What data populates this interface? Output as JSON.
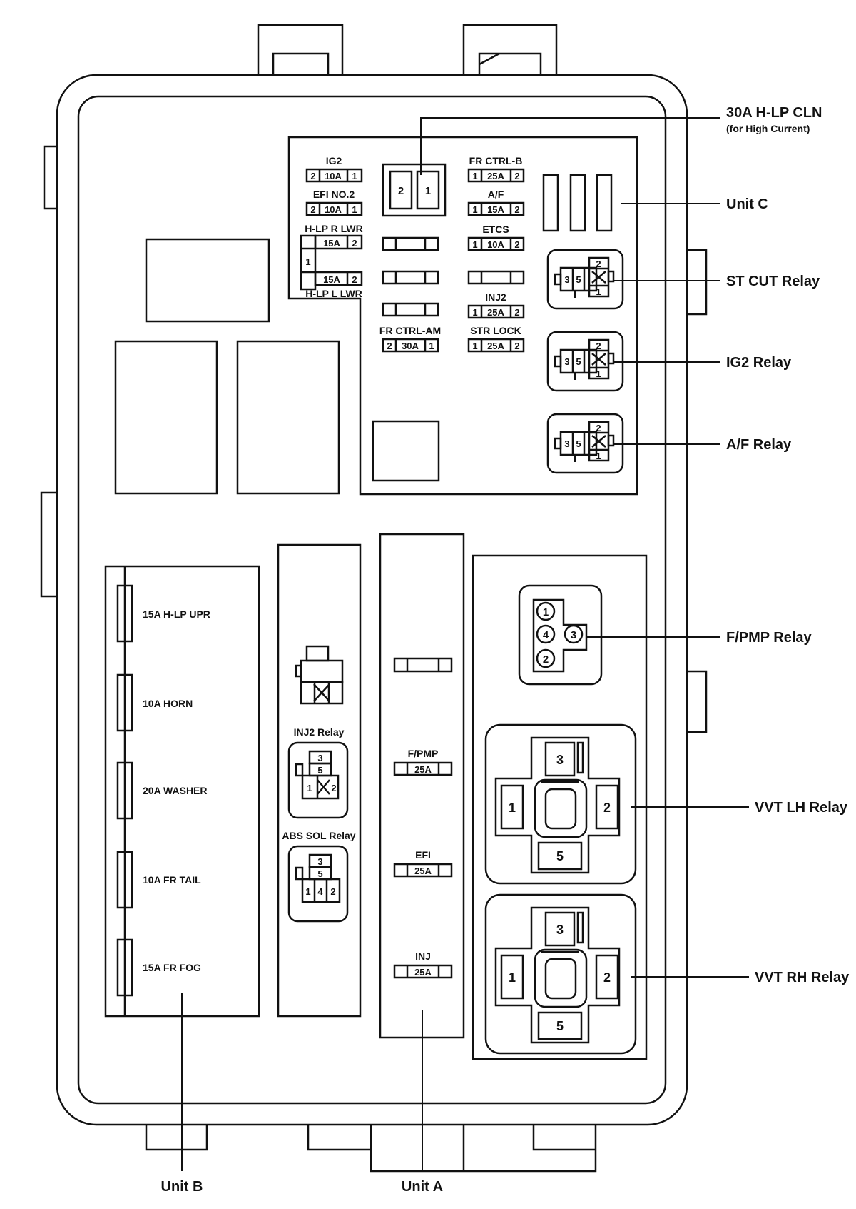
{
  "callouts": {
    "hlp_cln_line1": "30A H-LP CLN",
    "hlp_cln_line2": "(for High Current)",
    "unit_c": "Unit C",
    "st_cut_relay": "ST CUT Relay",
    "ig2_relay": "IG2 Relay",
    "af_relay": "A/F Relay",
    "fpmp_relay": "F/PMP Relay",
    "vvt_lh_relay": "VVT LH Relay",
    "vvt_rh_relay": "VVT RH Relay",
    "unit_b": "Unit B",
    "unit_a": "Unit A"
  },
  "unit_c_fuses": {
    "ig2": {
      "name": "IG2",
      "left_pin": "2",
      "amp": "10A",
      "right_pin": "1"
    },
    "efi_no2": {
      "name": "EFI NO.2",
      "left_pin": "2",
      "amp": "10A",
      "right_pin": "1"
    },
    "hlp_r_lwr": {
      "name": "H-LP R LWR",
      "amp": "15A",
      "right_pin": "2",
      "common_pin": "1"
    },
    "hlp_l_lwr": {
      "name": "H-LP L LWR",
      "amp": "15A",
      "right_pin": "2"
    },
    "fr_ctrl_b": {
      "name": "FR CTRL-B",
      "left_pin": "1",
      "amp": "25A",
      "right_pin": "2"
    },
    "af": {
      "name": "A/F",
      "left_pin": "1",
      "amp": "15A",
      "right_pin": "2"
    },
    "etcs": {
      "name": "ETCS",
      "left_pin": "1",
      "amp": "10A",
      "right_pin": "2"
    },
    "inj2": {
      "name": "INJ2",
      "left_pin": "1",
      "amp": "25A",
      "right_pin": "2"
    },
    "str_lock": {
      "name": "STR LOCK",
      "left_pin": "1",
      "amp": "25A",
      "right_pin": "2"
    },
    "fr_ctrl_am": {
      "name": "FR CTRL-AM",
      "left_pin": "2",
      "amp": "30A",
      "right_pin": "1"
    },
    "hlp_cln_pins": [
      "2",
      "1"
    ]
  },
  "small_relay_pins": [
    "3",
    "5",
    "2",
    "1"
  ],
  "unit_b_fuses": [
    "15A H-LP UPR",
    "10A HORN",
    "20A WASHER",
    "10A FR TAIL",
    "15A FR FOG"
  ],
  "middle_relays": {
    "inj2_relay": {
      "name": "INJ2 Relay",
      "pins": [
        "3",
        "5",
        "1",
        "2"
      ]
    },
    "abs_sol_relay": {
      "name": "ABS SOL Relay",
      "pins": [
        "3",
        "5",
        "1",
        "4",
        "2"
      ]
    }
  },
  "unit_a_fuses": [
    {
      "name": "F/PMP",
      "amp": "25A"
    },
    {
      "name": "EFI",
      "amp": "25A"
    },
    {
      "name": "INJ",
      "amp": "25A"
    }
  ],
  "fpmp_relay_pins": [
    "1",
    "4",
    "3",
    "2"
  ],
  "vvt_relay_pins": {
    "top": "3",
    "left": "1",
    "right": "2",
    "bottom": "5"
  }
}
